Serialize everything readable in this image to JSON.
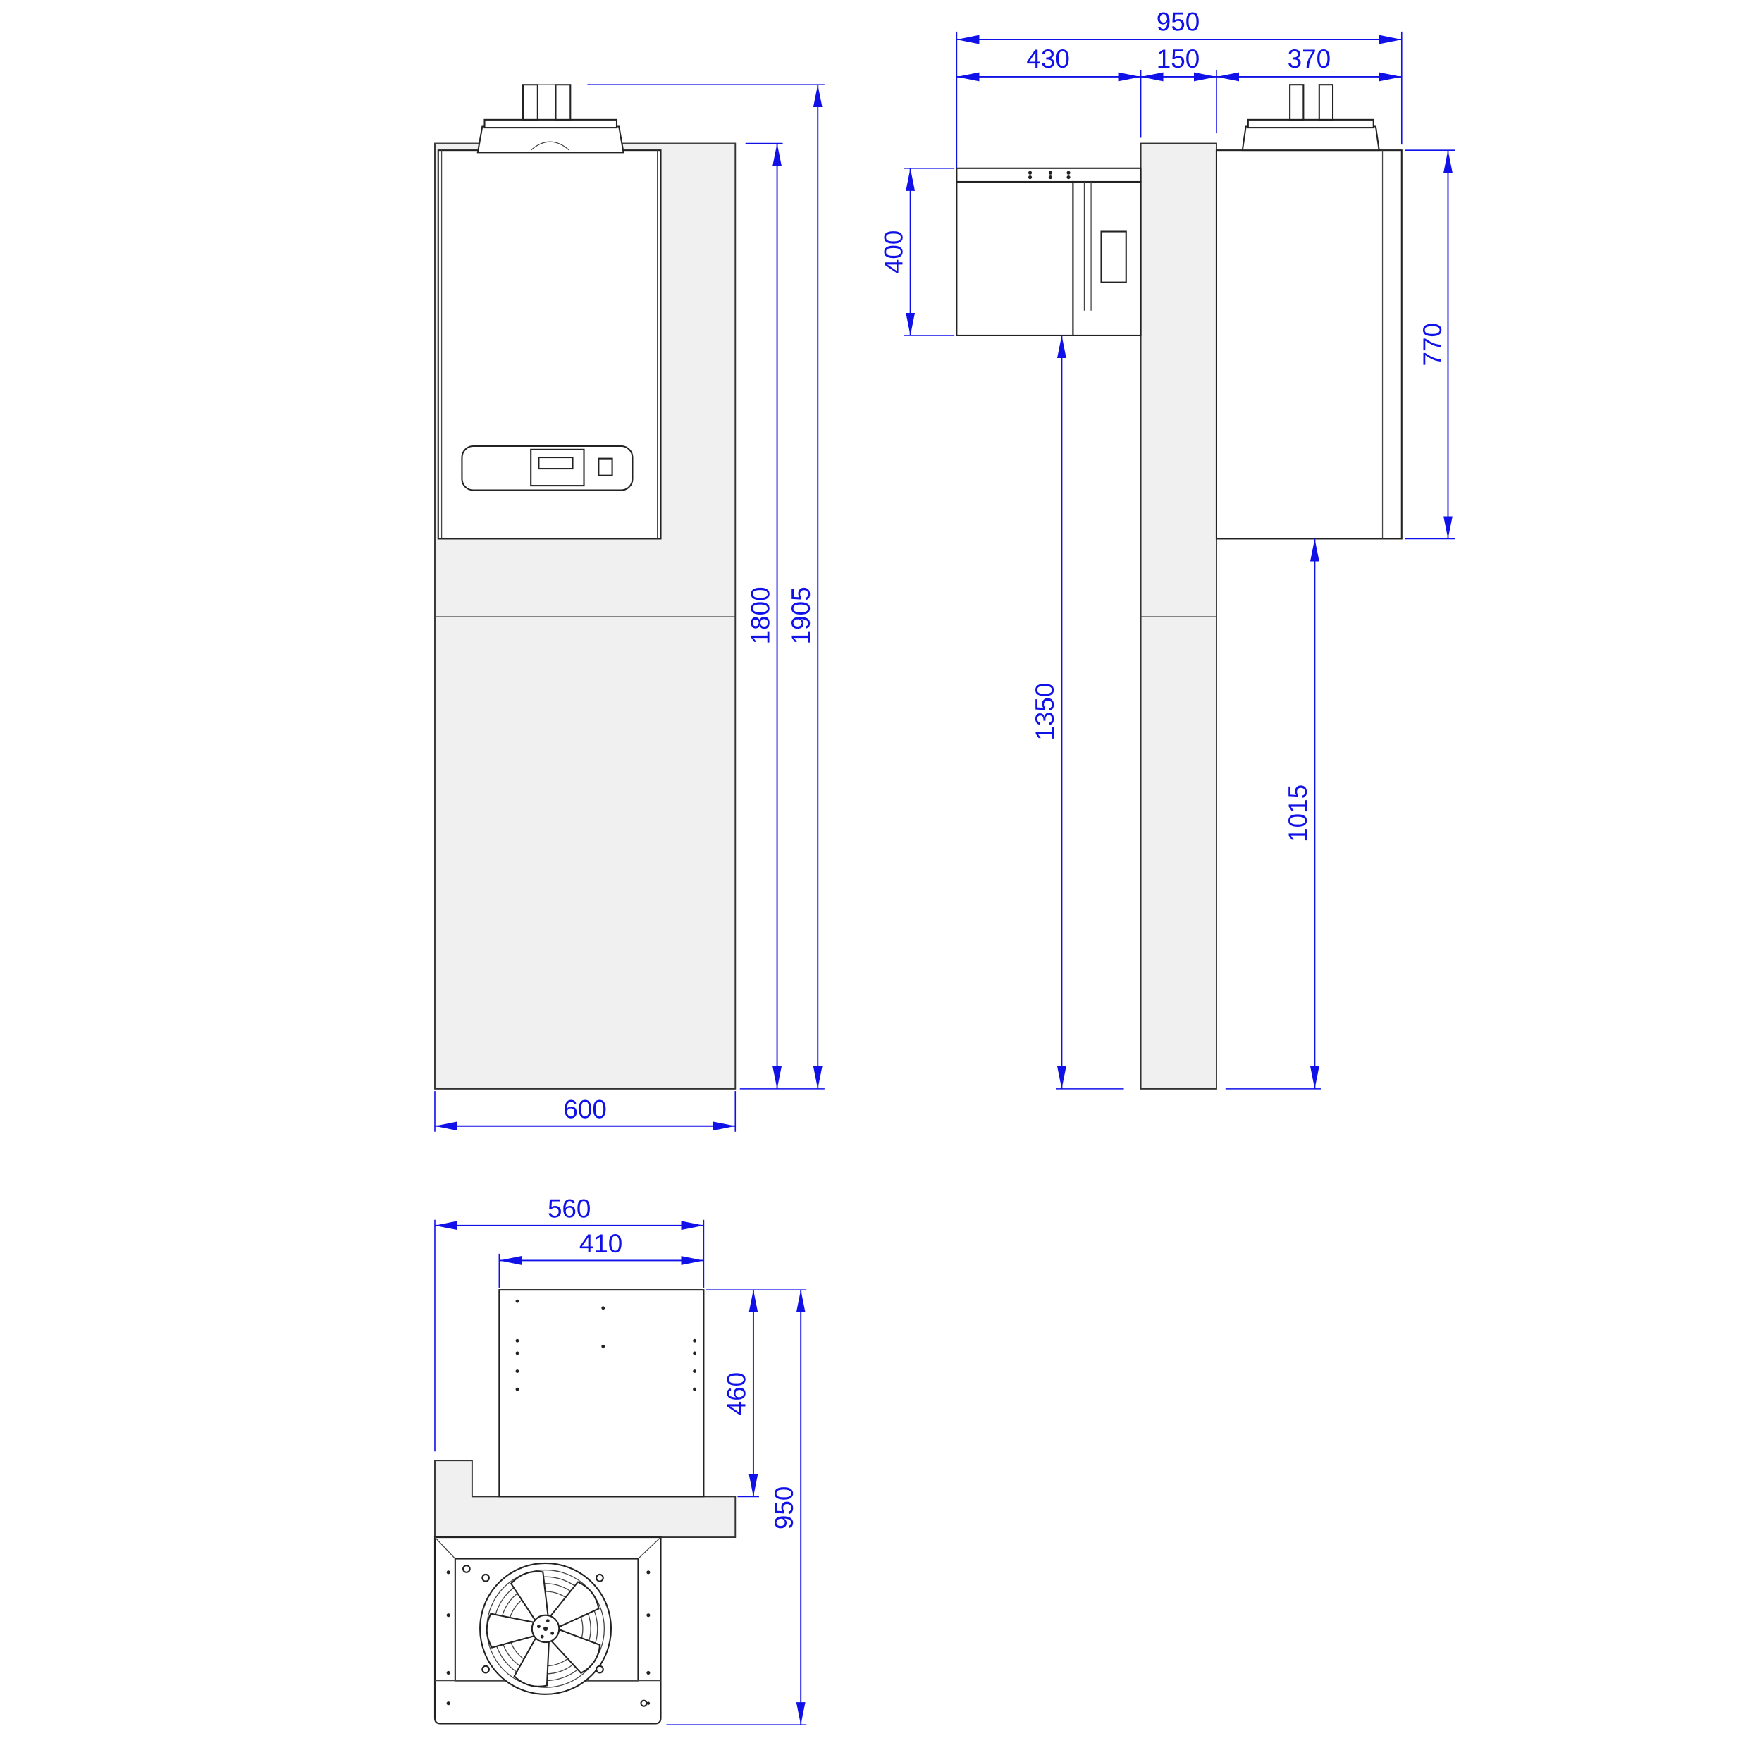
{
  "colors": {
    "dimension": "#1010e8",
    "wall": "#f0f0f0",
    "outline": "#222222"
  },
  "front_view": {
    "width_label": "600",
    "height_wall_label": "1800",
    "height_total_label": "1905"
  },
  "side_view": {
    "total_depth_label": "950",
    "condenser_depth_label": "430",
    "wall_thickness_label": "150",
    "evaporator_depth_label": "370",
    "condenser_height_label": "400",
    "evaporator_height_label": "770",
    "condenser_elevation_label": "1350",
    "evaporator_elevation_label": "1015"
  },
  "top_view": {
    "overall_width_label": "560",
    "unit_width_label": "410",
    "unit_depth_label": "460",
    "overall_depth_label": "950"
  }
}
